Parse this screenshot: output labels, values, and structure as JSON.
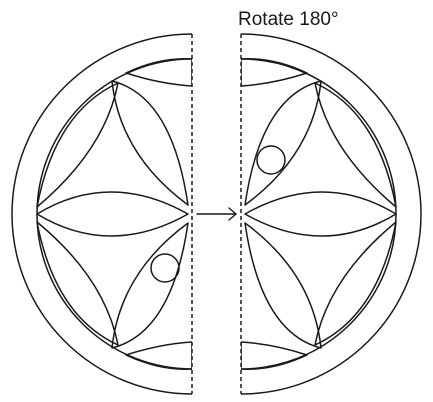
{
  "annotation": {
    "rotate_label": "Rotate 180°"
  },
  "colors": {
    "line": "#1a1a1a",
    "background": "#ffffff"
  },
  "figure": {
    "left_half": {
      "marker": "circle-in-lower-petal"
    },
    "right_half": {
      "marker": "circle-in-upper-petal"
    },
    "arrow": "right-arrow"
  }
}
